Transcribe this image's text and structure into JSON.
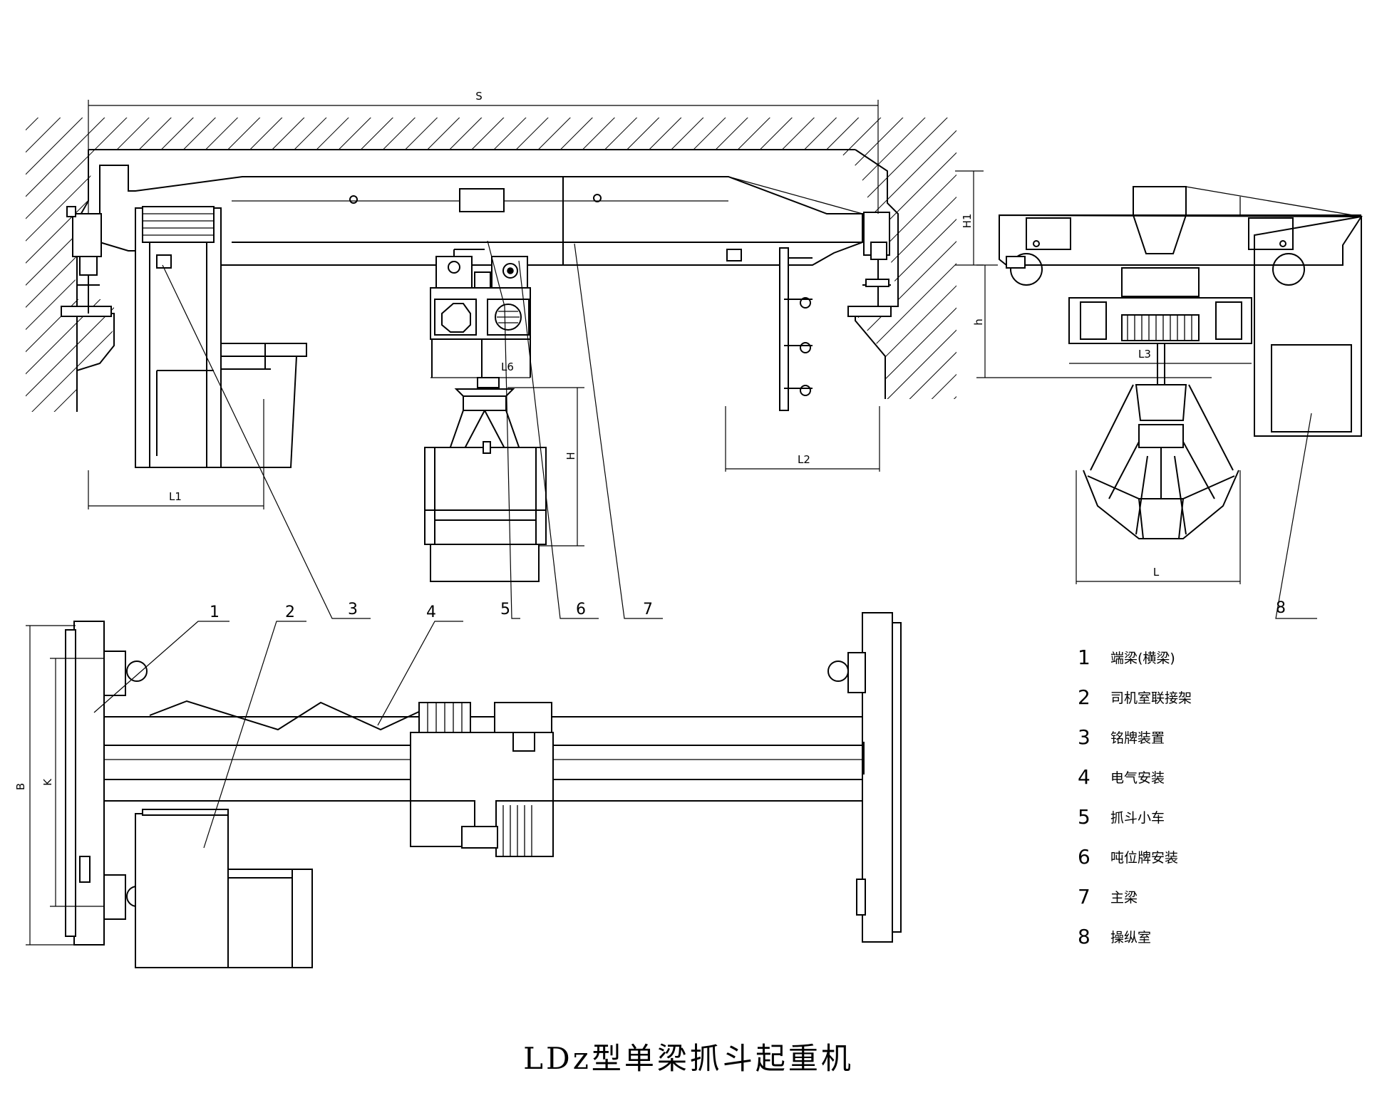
{
  "title": "LDz型单梁抓斗起重机",
  "dimensions": {
    "S": "S",
    "H1": "H1",
    "h": "h",
    "L1": "L1",
    "L2": "L2",
    "L3": "L3",
    "L6": "L6",
    "H": "H",
    "L": "L",
    "B": "B",
    "K": "K"
  },
  "callouts": [
    "1",
    "2",
    "3",
    "4",
    "5",
    "6",
    "7",
    "8"
  ],
  "legend": [
    {
      "num": "1",
      "text": "端梁(横梁)"
    },
    {
      "num": "2",
      "text": "司机室联接架"
    },
    {
      "num": "3",
      "text": "铭牌装置"
    },
    {
      "num": "4",
      "text": "电气安装"
    },
    {
      "num": "5",
      "text": "抓斗小车"
    },
    {
      "num": "6",
      "text": "吨位牌安装"
    },
    {
      "num": "7",
      "text": "主梁"
    },
    {
      "num": "8",
      "text": "操纵室"
    }
  ]
}
